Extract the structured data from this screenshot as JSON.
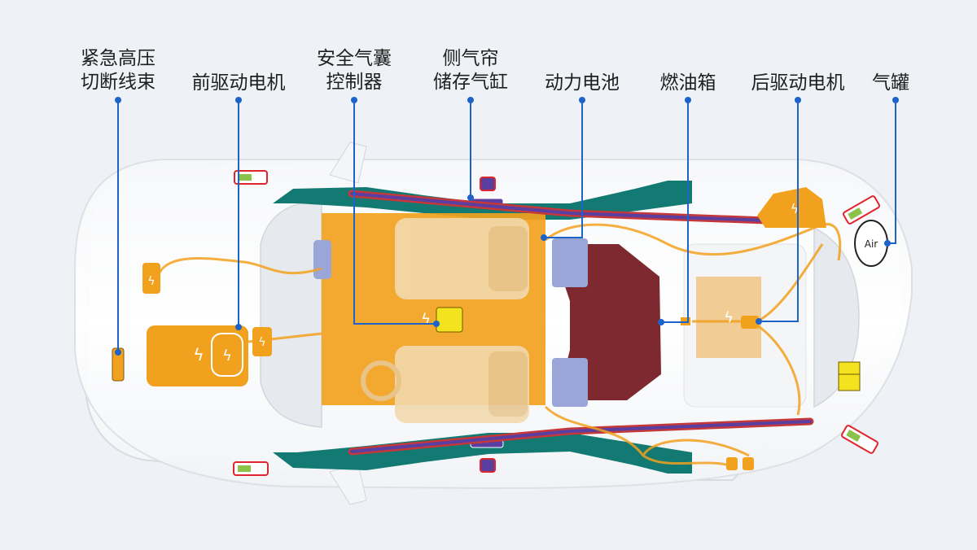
{
  "labels": {
    "hv_cutoff_line1": "紧急高压",
    "hv_cutoff_line2": "切断线束",
    "front_motor": "前驱动电机",
    "airbag_ctrl_line1": "安全气囊",
    "airbag_ctrl_line2": "控制器",
    "curtain_line1": "侧气帘",
    "curtain_line2": "储存气缸",
    "battery": "动力电池",
    "fuel_tank": "燃油箱",
    "rear_motor": "后驱动电机",
    "gas_tank": "气罐"
  },
  "air_text": "Air",
  "colors": {
    "background": "#eef1f5",
    "callout": "#1e63c9",
    "high_voltage": "#f2a11e",
    "reinforcement": "#127a72",
    "fuel": "#6b0b12",
    "airbag": "#9aa6d8",
    "steel": "#5a3fa0",
    "sensor": "#e0242b"
  }
}
